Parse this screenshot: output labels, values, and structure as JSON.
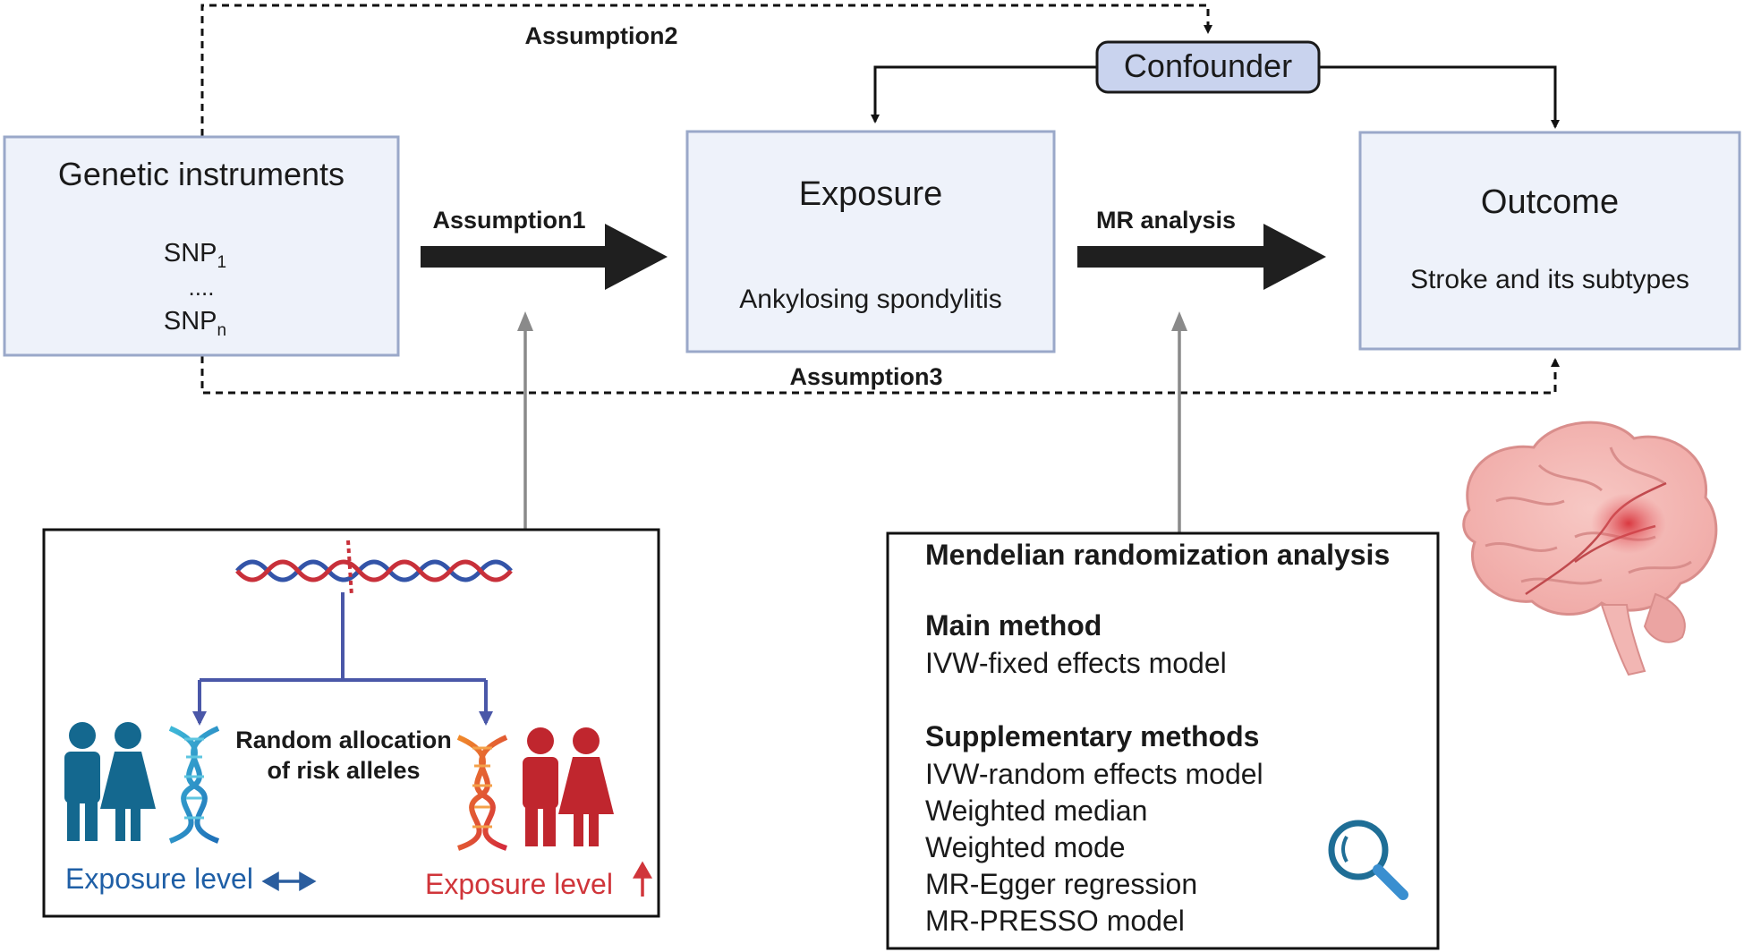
{
  "labels": {
    "assumption1": "Assumption1",
    "assumption2": "Assumption2",
    "assumption3": "Assumption3",
    "mr_analysis": "MR analysis"
  },
  "confounder": {
    "label": "Confounder"
  },
  "genetic_instruments": {
    "title": "Genetic instruments",
    "snp_first": "SNP",
    "snp_first_sub": "1",
    "ellipsis": "....",
    "snp_last": "SNP",
    "snp_last_sub": "n"
  },
  "exposure": {
    "title": "Exposure",
    "subtitle": "Ankylosing spondylitis"
  },
  "outcome": {
    "title": "Outcome",
    "subtitle": "Stroke and its subtypes"
  },
  "allocation_panel": {
    "center_line1": "Random allocation",
    "center_line2": "of risk alleles",
    "left_caption": "Exposure level",
    "right_caption": "Exposure level",
    "left_color": "#1f5fa6",
    "right_color": "#d0353a"
  },
  "mr_panel": {
    "title": "Mendelian randomization analysis",
    "main_heading": "Main method",
    "main_items": [
      "IVW-fixed effects model"
    ],
    "supp_heading": "Supplementary methods",
    "supp_items": [
      "IVW-random effects model",
      "Weighted median",
      "Weighted mode",
      "MR-Egger regression",
      "MR-PRESSO model"
    ]
  },
  "icons": [
    "dna-strand-icon",
    "people-icon",
    "dna-helix-icon",
    "brain-icon",
    "magnifier-icon"
  ]
}
